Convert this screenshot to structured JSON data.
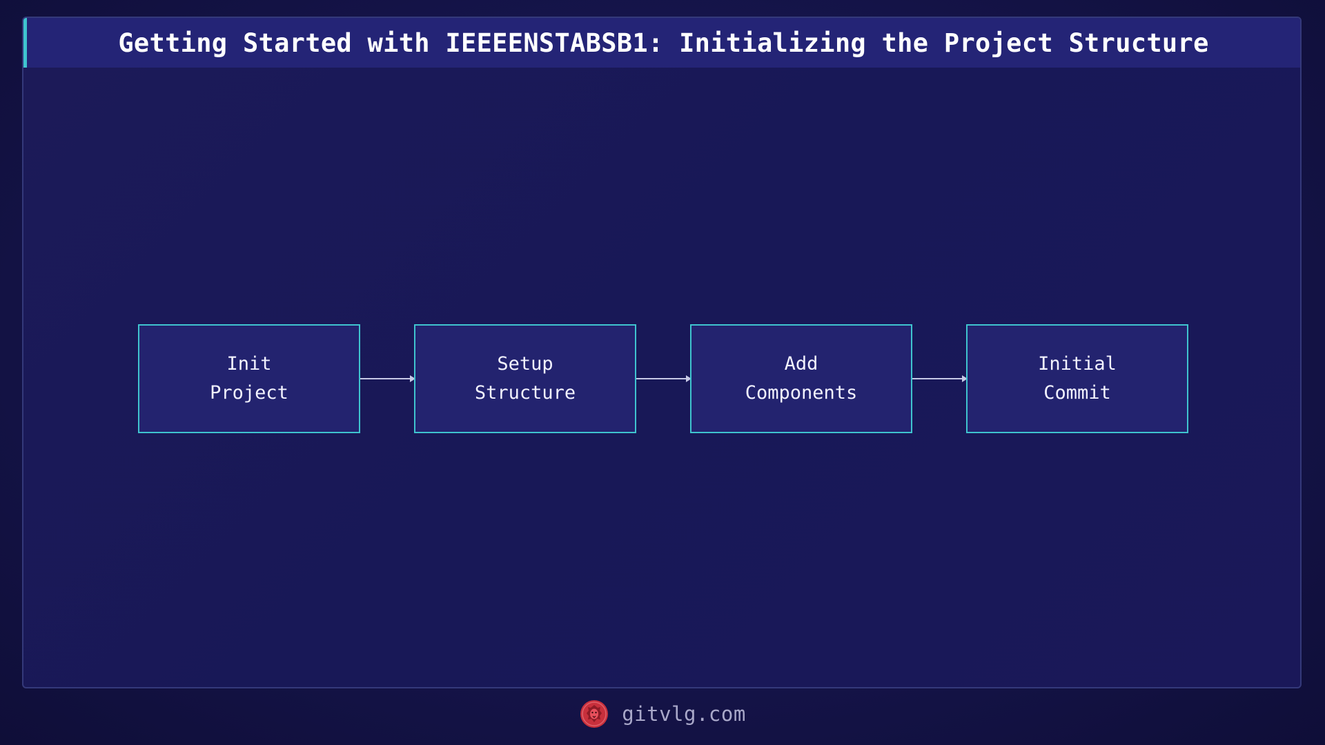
{
  "title": "Getting Started with IEEEENSTABSB1: Initializing the Project Structure",
  "diagram": {
    "nodes": [
      {
        "label": "Init\nProject"
      },
      {
        "label": "Setup\nStructure"
      },
      {
        "label": "Add\nComponents"
      },
      {
        "label": "Initial\nCommit"
      }
    ],
    "edges": [
      {
        "from": "Init Project",
        "to": "Setup Structure"
      },
      {
        "from": "Setup Structure",
        "to": "Add Components"
      },
      {
        "from": "Add Components",
        "to": "Initial Commit"
      }
    ]
  },
  "footer": {
    "site": "gitvlg.com",
    "logo_icon": "lion-head-icon"
  },
  "colors": {
    "background": "#15144a",
    "title_bar": "#242476",
    "accent": "#3fc4cf",
    "node_fill": "#23236f",
    "arrow": "#c7c9e6",
    "logo": "#c8303c"
  }
}
